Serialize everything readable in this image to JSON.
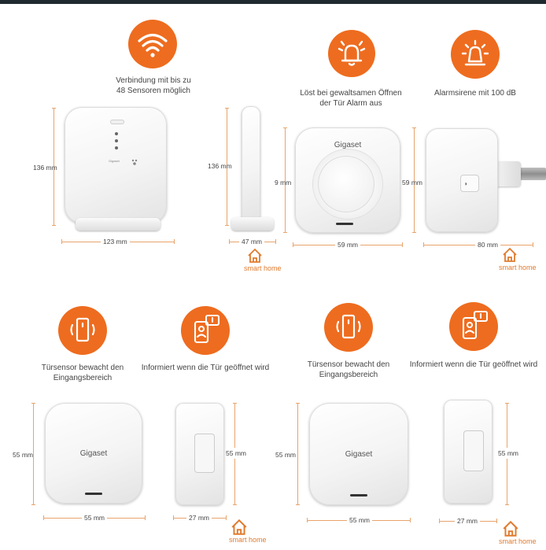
{
  "colors": {
    "accent": "#ee6c1f",
    "dimension_line": "#e8a46c"
  },
  "features": {
    "base_station": {
      "icon": "wifi-icon",
      "caption_line1": "Verbindung mit bis zu",
      "caption_line2": "48 Sensoren möglich"
    },
    "siren_tamper": {
      "icon": "bell-alarm-icon",
      "caption_line1": "Löst bei gewaltsamen Öffnen",
      "caption_line2": "der Tür Alarm aus"
    },
    "siren_volume": {
      "icon": "siren-light-icon",
      "caption": "Alarmsirene mit 100 dB"
    },
    "door_sensor_left": {
      "icon": "door-sensor-icon",
      "caption_line1": "Türsensor bewacht den",
      "caption_line2": "Eingangsbereich"
    },
    "notify_left": {
      "icon": "phone-notification-icon",
      "caption": "Informiert wenn die Tür geöffnet wird"
    },
    "door_sensor_right": {
      "icon": "door-sensor-icon",
      "caption_line1": "Türsensor bewacht den",
      "caption_line2": "Eingangsbereich"
    },
    "notify_right": {
      "icon": "phone-notification-icon",
      "caption": "Informiert wenn die Tür geöffnet wird"
    }
  },
  "dimensions": {
    "base_height": "136 mm",
    "base_width": "123 mm",
    "base_side_height": "136 mm",
    "base_depth": "47 mm",
    "siren_height": "9 mm",
    "siren_width": "59 mm",
    "plug_height": "59 mm",
    "plug_depth": "80 mm",
    "sensor_l_height": "55 mm",
    "sensor_l_width": "55 mm",
    "sensor_l_side_height": "55 mm",
    "sensor_l_depth": "27 mm",
    "sensor_r_height": "55 mm",
    "sensor_r_width": "55 mm",
    "sensor_r_side_height": "55 mm",
    "sensor_r_depth": "27 mm"
  },
  "brand": {
    "siren": "Gigaset",
    "sensor_left": "Gigaset",
    "sensor_right": "Gigaset",
    "base_small": "Gigaset"
  },
  "smart_home": {
    "top_left": "smart home",
    "top_right": "smart home",
    "bottom_left": "smart home",
    "bottom_right": "smart home"
  }
}
